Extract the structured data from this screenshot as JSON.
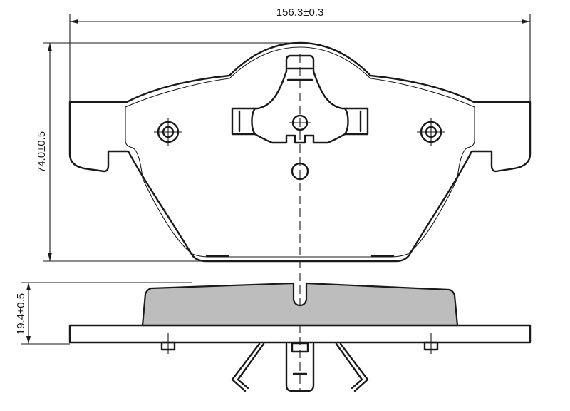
{
  "dimensions": {
    "width": "156.3±0.3",
    "height": "74.0±0.5",
    "thickness": "19.4±0.5"
  },
  "colors": {
    "line": "#1a1a1a",
    "friction_material": "#bdbdbd",
    "background": "#ffffff"
  }
}
